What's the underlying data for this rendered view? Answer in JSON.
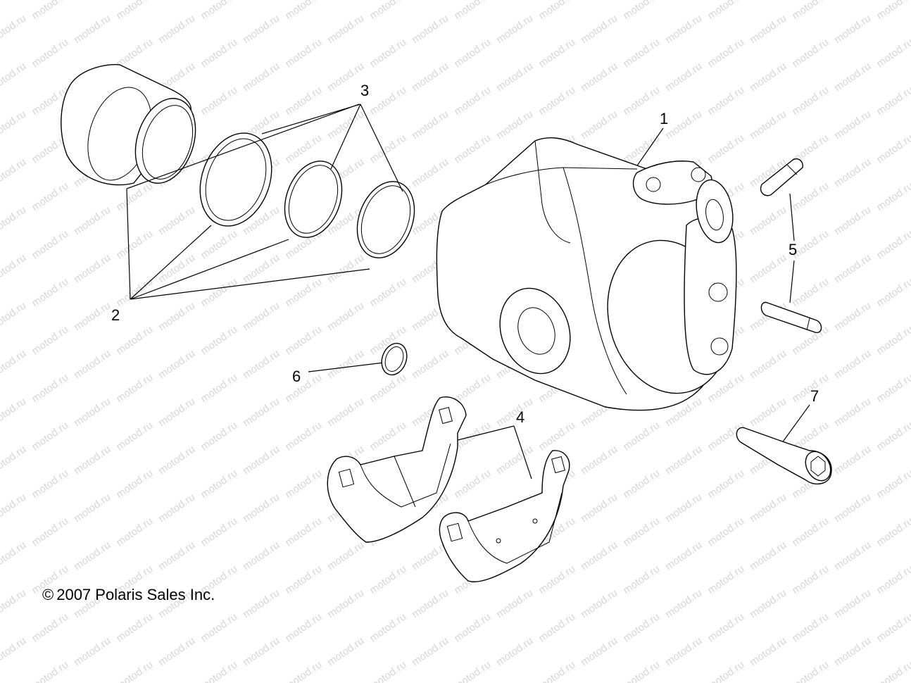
{
  "watermark": {
    "text": "motod.ru",
    "color": "#d6d6d6"
  },
  "copyright": {
    "symbol": "©",
    "text": "2007 Polaris Sales Inc."
  },
  "callouts": {
    "c1": "1",
    "c2": "2",
    "c3": "3",
    "c4": "4",
    "c5": "5",
    "c6": "6",
    "c7": "7"
  }
}
